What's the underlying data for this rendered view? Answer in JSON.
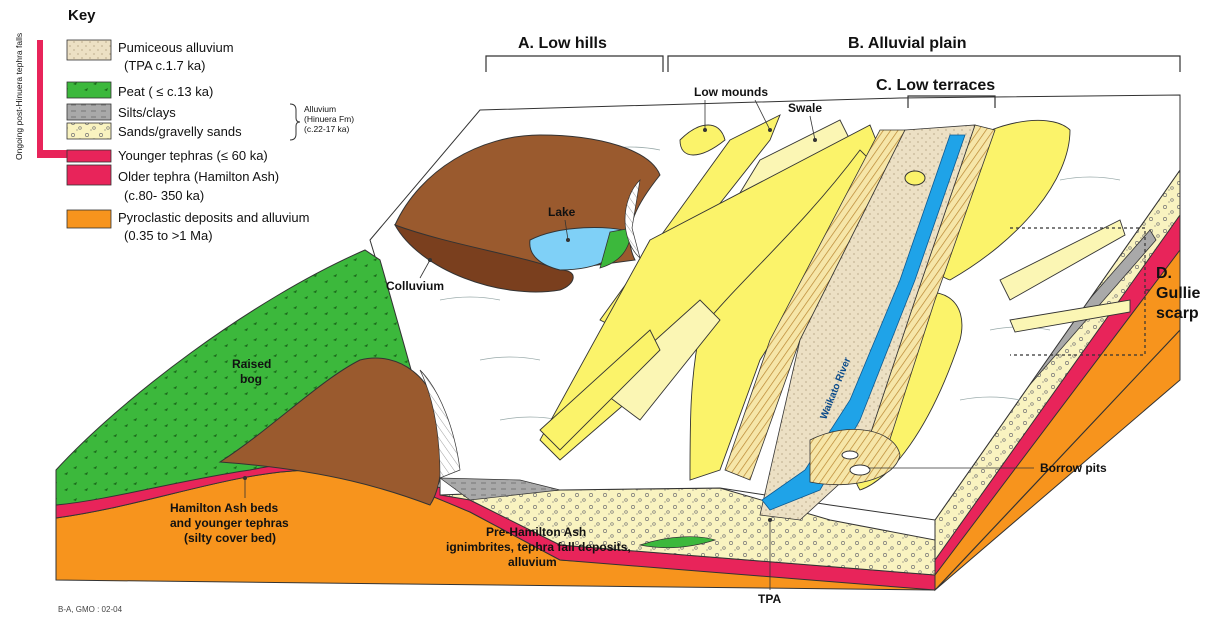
{
  "key": {
    "title": "Key",
    "side_label": "Ongoing post-Hinuera tephra falls",
    "items": [
      {
        "text": "Pumiceous alluvium",
        "sub": "(TPA c.1.7 ka)",
        "color": "#f4e7c8"
      },
      {
        "text": "Peat ( ≤ c.13 ka)",
        "color": "#3cb83c"
      },
      {
        "text": "Silts/clays",
        "color": "#a9a9a9"
      },
      {
        "text": "Sands/gravelly sands",
        "color": "#fbf6a8"
      },
      {
        "text": "Younger tephras (≤ 60 ka)",
        "color": "#e8245a"
      },
      {
        "text": "Older tephra (Hamilton Ash)",
        "sub": "(c.80- 350 ka)",
        "color": "#e8245a"
      },
      {
        "text": "Pyroclastic deposits and alluvium",
        "sub": "(0.35 to >1 Ma)",
        "color": "#f7941d"
      }
    ],
    "alluvium_note": [
      "Alluvium",
      "(Hinuera Fm)",
      "(c.22-17 ka)"
    ]
  },
  "sections": {
    "a": "A. Low hills",
    "b": "B. Alluvial plain",
    "c": "C. Low terraces",
    "d": [
      "D.",
      "Gullie",
      "scarp"
    ]
  },
  "labels": {
    "low_mounds": "Low mounds",
    "swale": "Swale",
    "lake": "Lake",
    "colluvium": "Colluvium",
    "raised_bog": [
      "Raised",
      "bog"
    ],
    "river": "Waikato River",
    "borrow_pits": "Borrow pits",
    "hamilton_ash": [
      "Hamilton Ash beds",
      "and younger tephras",
      "(silty cover bed)"
    ],
    "pre_hamilton": [
      "Pre-Hamilton Ash",
      "ignimbrites, tephra fall deposits,",
      "alluvium"
    ],
    "tpa": "TPA"
  },
  "credit": "B-A, GMO : 02-04",
  "colors": {
    "orange": "#f7941d",
    "pink": "#e8245a",
    "green": "#3cb83c",
    "brown": "#9a5a2e",
    "yellow": "#fbf36a",
    "pale_yellow": "#fbf6b4",
    "sand": "#f9f3c0",
    "tpa": "#ece0c4",
    "water": "#1fa3e8",
    "grey": "#a9a9a9"
  }
}
